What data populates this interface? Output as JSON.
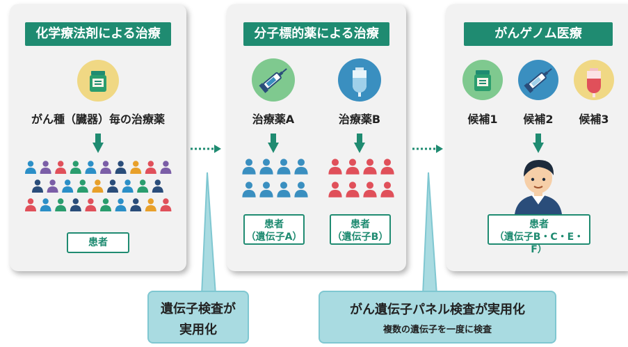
{
  "panels": [
    {
      "title": "化学療法剤による治療",
      "label": "がん種（臓器）毎の治療薬",
      "patient_box": "患者"
    },
    {
      "title": "分子標的薬による治療",
      "drug_a": "治療薬A",
      "drug_b": "治療薬B",
      "box_a_line1": "患者",
      "box_a_line2": "（遺伝子A）",
      "box_b_line1": "患者",
      "box_b_line2": "（遺伝子B）"
    },
    {
      "title": "がんゲノム医療",
      "cand1": "候補1",
      "cand2": "候補2",
      "cand3": "候補3",
      "box_line1": "患者",
      "box_line2": "（遺伝子B・C・E・F）"
    }
  ],
  "callouts": [
    {
      "line1": "遺伝子検査が",
      "line2": "実用化"
    },
    {
      "line1": "がん遺伝子パネル検査が実用化",
      "line2": "複数の遺伝子を一度に検査"
    }
  ],
  "colors": {
    "green": "#1f8b71",
    "panel_bg": "#f2f2f2",
    "callout_bg": "#a9dbe1",
    "people_row1": [
      "#2b8fc7",
      "#7b5ea7",
      "#e0505a",
      "#2a9d6e",
      "#2b8fc7",
      "#7b5ea7",
      "#2a4d7a",
      "#e8a02a",
      "#e0505a",
      "#7b5ea7"
    ],
    "people_row2": [
      "#2a4d7a",
      "#7b5ea7",
      "#2b8fc7",
      "#2a9d6e",
      "#e8a02a",
      "#2a4d7a",
      "#2b8fc7",
      "#2a9d6e",
      "#2a4d7a"
    ],
    "people_row3": [
      "#e0505a",
      "#2b8fc7",
      "#2a9d6e",
      "#2a4d7a",
      "#e0505a",
      "#2a9d6e",
      "#2b8fc7",
      "#2a4d7a",
      "#e8a02a",
      "#e0505a"
    ],
    "blue_people": "#3a8fc0",
    "red_people": "#e0505a"
  }
}
